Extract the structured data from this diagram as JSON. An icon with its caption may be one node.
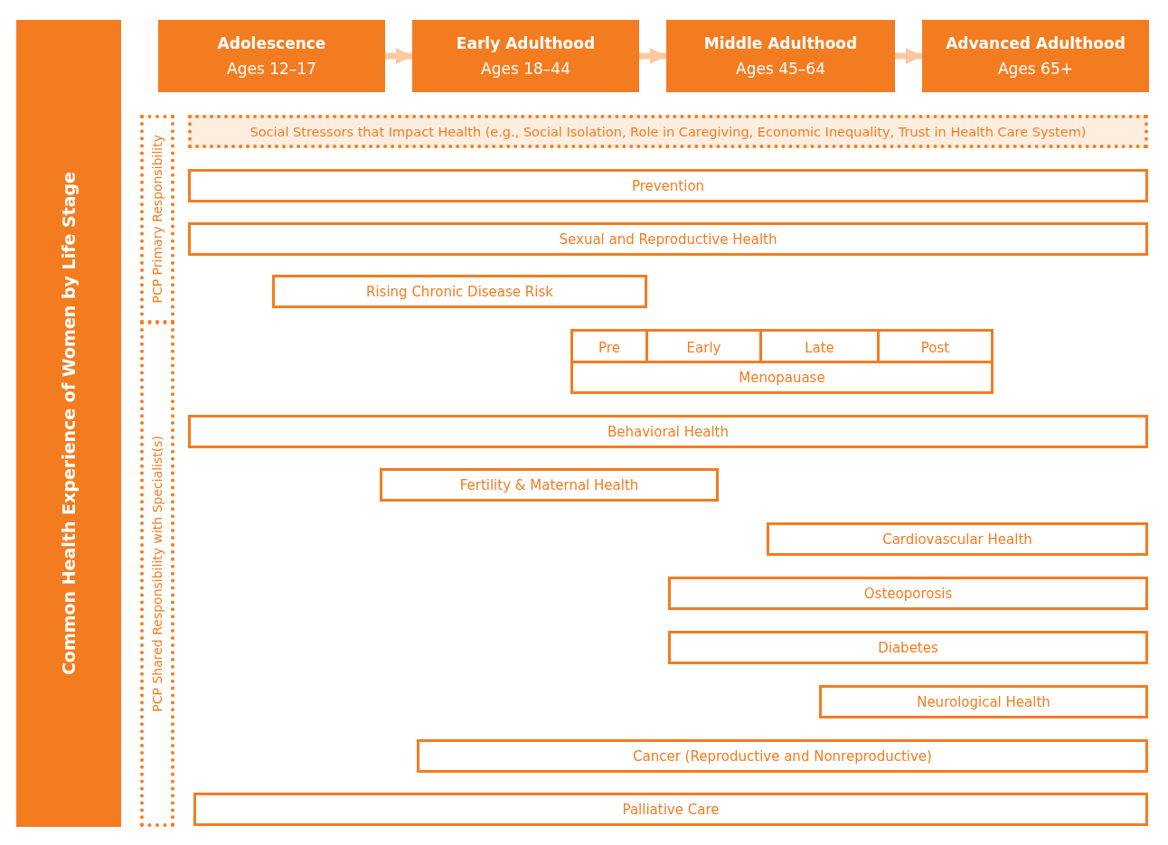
{
  "diagram": {
    "nodes": [
      {
        "text": [
          "Common Health Experience of Women by Life Stage"
        ]
      },
      {
        "text": [
          "Adolescence",
          "Ages 12–17"
        ]
      },
      {
        "text": [
          "Early Adulthood",
          "Ages 18–44"
        ]
      },
      {
        "text": [
          "Middle Adulthood",
          "Ages 45–64"
        ]
      },
      {
        "text": [
          "Advanced Adulthood",
          "Ages 65+"
        ]
      },
      {
        "text": [
          "PCP Primary Responsibility"
        ]
      },
      {
        "text": [
          "PCP Shared Responsibility with Specialist(s)"
        ]
      },
      {
        "text": [
          "Social Stressors that Impact Health (e.g., Social Isolation, Role in Caregiving, Economic Inequality, Trust in Health Care System)"
        ]
      },
      {
        "text": [
          "Prevention"
        ]
      },
      {
        "text": [
          "Sexual and Reproductive Health"
        ]
      },
      {
        "text": [
          "Rising Chronic Disease Risk"
        ]
      },
      {
        "text": [
          "Pre"
        ]
      },
      {
        "text": [
          "Early"
        ]
      },
      {
        "text": [
          "Late"
        ]
      },
      {
        "text": [
          "Post"
        ]
      },
      {
        "text": [
          "Menopauase"
        ]
      },
      {
        "text": [
          "Behavioral Health"
        ]
      },
      {
        "text": [
          "Fertility & Maternal Health"
        ]
      },
      {
        "text": [
          "Cardiovascular Health"
        ]
      },
      {
        "text": [
          "Osteoporosis"
        ]
      },
      {
        "text": [
          "Diabetes"
        ]
      },
      {
        "text": [
          "Neurological Health"
        ]
      },
      {
        "text": [
          "Cancer (Reproductive and Nonreproductive)"
        ]
      },
      {
        "text": [
          "Palliative Care"
        ]
      }
    ],
    "edges": [
      {
        "from": 1,
        "to": 2,
        "arrow": "to"
      },
      {
        "from": 2,
        "to": 3,
        "arrow": "to"
      },
      {
        "from": 3,
        "to": 4,
        "arrow": "to"
      }
    ]
  }
}
